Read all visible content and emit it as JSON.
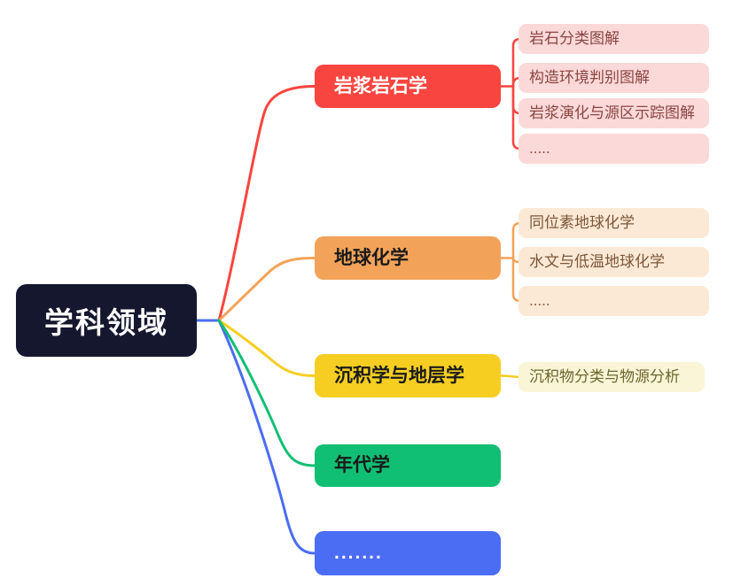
{
  "mindmap": {
    "canvas_bg": "#ffffff",
    "root": {
      "label": "学科领域",
      "bg": "#14172e",
      "text_color": "#ffffff"
    },
    "branches": [
      {
        "label": "岩浆岩石学",
        "color": "#f8453f",
        "text_color": "#ffffff",
        "child_bg": "#fbd9d8",
        "child_text": "#8b4542",
        "children": [
          {
            "label": "岩石分类图解"
          },
          {
            "label": "构造环境判别图解"
          },
          {
            "label": "岩浆演化与源区示踪图解"
          },
          {
            "label": "....."
          }
        ]
      },
      {
        "label": "地球化学",
        "color": "#f2a359",
        "text_color": "#1a1a1a",
        "child_bg": "#fbe9d6",
        "child_text": "#7d5638",
        "children": [
          {
            "label": "同位素地球化学"
          },
          {
            "label": "水文与低温地球化学"
          },
          {
            "label": "....."
          }
        ]
      },
      {
        "label": "沉积学与地层学",
        "color": "#f6ce22",
        "text_color": "#1a1a1a",
        "child_bg": "#faf5d7",
        "child_text": "#6e662e",
        "children": [
          {
            "label": "沉积物分类与物源分析"
          }
        ]
      },
      {
        "label": "年代学",
        "color": "#10bf73",
        "text_color": "#1a1a1a",
        "child_bg": "",
        "child_text": "",
        "children": []
      },
      {
        "label": ".......",
        "color": "#4b6df3",
        "text_color": "#ffffff",
        "child_bg": "",
        "child_text": "",
        "children": []
      }
    ]
  }
}
